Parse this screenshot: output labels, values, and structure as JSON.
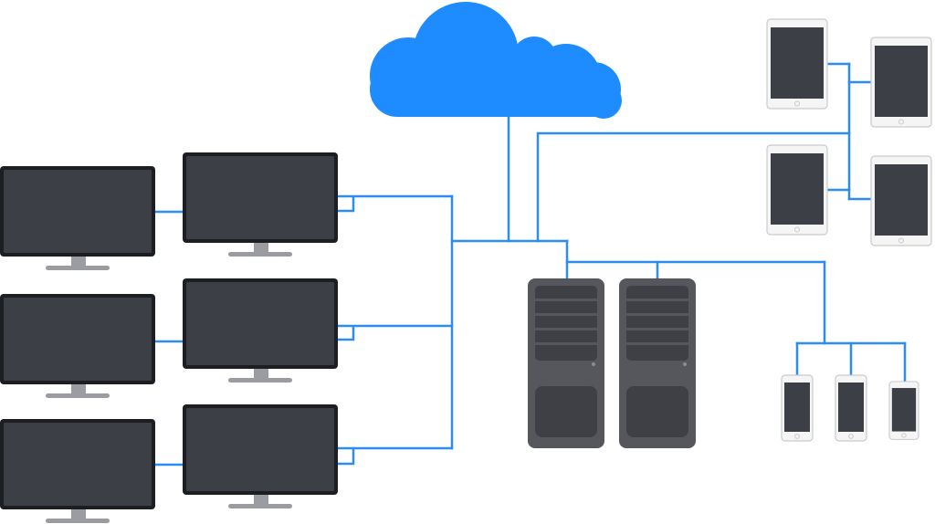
{
  "diagram": {
    "colors": {
      "cloud": "#1e8bff",
      "link": "#2d8cf0",
      "screen": "#3d3f47",
      "bezel": "#1d1e22",
      "stand": "#9a9ca1",
      "server": "#55575c",
      "server_dark": "#3e4045",
      "device_frame": "#f5f5f6",
      "device_outline": "#c9cacd"
    },
    "nodes": {
      "cloud": {
        "icon": "cloud-icon"
      },
      "monitors": {
        "count": 6,
        "icon": "monitor-icon"
      },
      "servers": {
        "count": 2,
        "icon": "server-tower-icon"
      },
      "tablets": {
        "count": 4,
        "icon": "tablet-icon"
      },
      "phones": {
        "count": 3,
        "icon": "phone-icon"
      }
    }
  }
}
